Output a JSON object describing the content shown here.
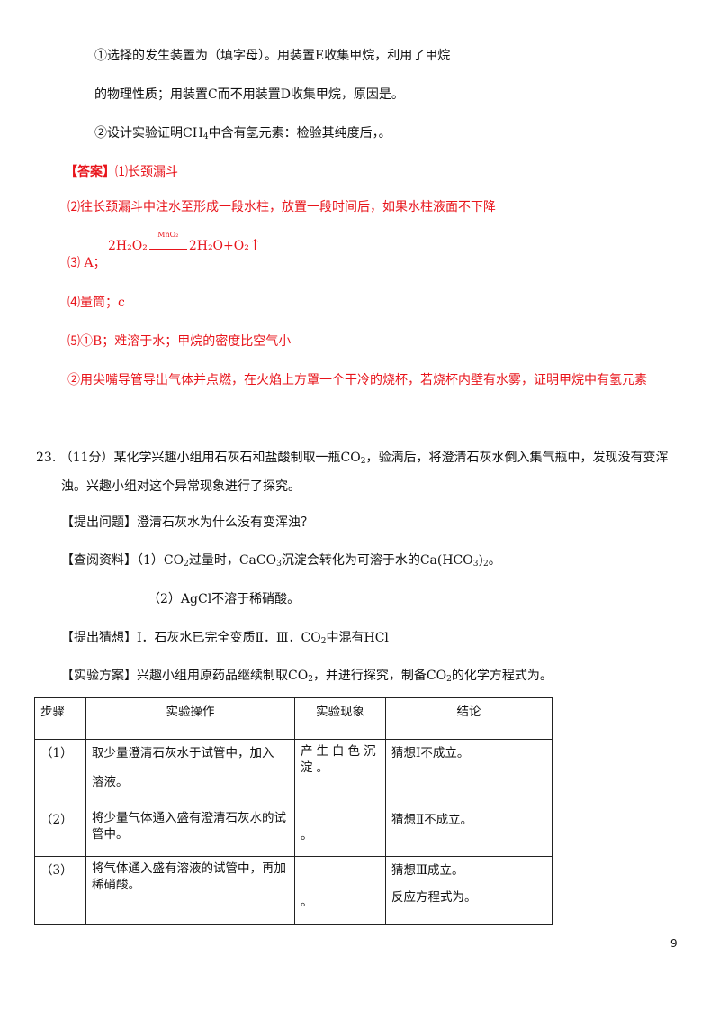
{
  "prev_question": {
    "line1": "①选择的发生装置为（填字母）。用装置E收集甲烷，利用了甲烷",
    "line2": "的物理性质；用装置C而不用装置D收集甲烷，原因是。",
    "line3_pre": "②设计实验证明CH",
    "line3_sub": "4",
    "line3_post": "中含有氢元素：检验其纯度后，。"
  },
  "answer": {
    "label": "【答案】",
    "a1": "⑴长颈漏斗",
    "a2": "⑵往长颈漏斗中注水至形成一段水柱，放置一段时间后，如果水柱液面不下降",
    "a3_prefix": "⑶ A；",
    "eq_left": "2H₂O₂",
    "eq_catalyst": "MnO₂",
    "eq_right": "2H₂O+O₂",
    "eq_arrow": "↑",
    "a4": "⑷量筒；c",
    "a5": "⑸①B；难溶于水；甲烷的密度比空气小",
    "a6": "②用尖嘴导管导出气体并点燃，在火焰上方罩一个干冷的烧杯，若烧杯内壁有水雾，证明甲烷中有氢元素"
  },
  "q23": {
    "line1_pre": "23. （11分）某化学兴趣小组用石灰石和盐酸制取一瓶CO",
    "line1_sub": "2",
    "line1_post": "，验满后，将澄清石灰水倒入集气瓶中，发现没有变浑",
    "line2": "浊。兴趣小组对这个异常现象进行了探究。",
    "ask": "【提出问题】澄清石灰水为什么没有变浑浊？",
    "ref1_pre": "【查阅资料】（1）CO",
    "ref1_sub1": "2",
    "ref1_mid1": "过量时，CaCO",
    "ref1_sub2": "3",
    "ref1_mid2": "沉淀会转化为可溶于水的Ca(HCO",
    "ref1_sub3": "3",
    "ref1_mid3": ")",
    "ref1_sub4": "2",
    "ref1_post": "。",
    "ref2": "（2）AgCl不溶于稀硝酸。",
    "guess_pre": "【提出猜想】Ⅰ．石灰水已完全变质Ⅱ．Ⅲ．CO",
    "guess_sub": "2",
    "guess_post": "中混有HCl",
    "plan_pre": "【实验方案】兴趣小组用原药品继续制取CO",
    "plan_sub1": "2",
    "plan_mid": "，并进行探究，制备CO",
    "plan_sub2": "2",
    "plan_post": "的化学方程式为。"
  },
  "table": {
    "headers": [
      "步骤",
      "实验操作",
      "实验现象",
      "结论"
    ],
    "rows": [
      {
        "step": "（1）",
        "op1": "取少量澄清石灰水于试管中，加入",
        "op2": "溶液。",
        "phen": "产生白色沉淀。",
        "conc1": "猜想Ⅰ不成立。",
        "conc2": ""
      },
      {
        "step": "（2）",
        "op1": "将少量气体通入盛有澄清石灰水的试管中。",
        "op2": "",
        "phen": "。",
        "conc1": "猜想Ⅱ不成立。",
        "conc2": ""
      },
      {
        "step": "（3）",
        "op1": "将气体通入盛有溶液的试管中，再加稀硝酸。",
        "op2": "",
        "phen": "。",
        "conc1": "猜想Ⅲ成立。",
        "conc2": "反应方程式为。"
      }
    ]
  },
  "page_number": "9"
}
